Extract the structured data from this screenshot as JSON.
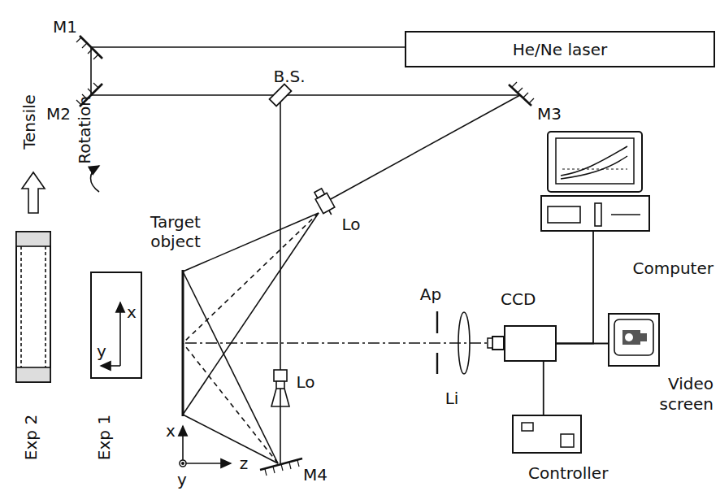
{
  "diagram": {
    "nodes": [
      {
        "text": [
          "He/Ne laser"
        ]
      },
      {
        "text": [
          "CCD"
        ]
      },
      {
        "text": [
          "Computer"
        ]
      },
      {
        "text": [
          "Video screen"
        ]
      },
      {
        "text": [
          "Controller"
        ]
      }
    ],
    "edges": [
      {
        "from": 1,
        "to": 2,
        "arrow": "none"
      },
      {
        "from": 1,
        "to": 3,
        "arrow": "none"
      },
      {
        "from": 1,
        "to": 4,
        "arrow": "none"
      }
    ],
    "labels": [
      "M1",
      "M2",
      "B.S.",
      "M3",
      "Tensile",
      "Rotation",
      "Target object",
      "Lo",
      "Lo",
      "Ap",
      "Li",
      "x",
      "y",
      "Exp 2",
      "Exp 1",
      "x",
      "y",
      "z",
      "M4"
    ]
  }
}
